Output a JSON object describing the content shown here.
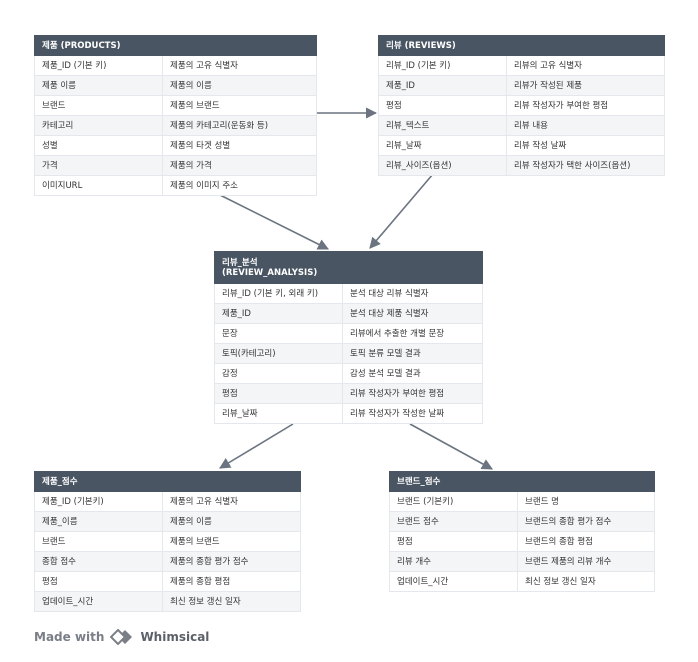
{
  "tables": {
    "products": {
      "title": "제품 (PRODUCTS)",
      "rows": [
        [
          "제품_ID (기본 키)",
          "제품의 고유 식별자"
        ],
        [
          "제품 이름",
          "제품의 이름"
        ],
        [
          "브랜드",
          "제품의 브랜드"
        ],
        [
          "카테고리",
          "제품의 카테고리(운동화 등)"
        ],
        [
          "성별",
          "제품의 타겟 성별"
        ],
        [
          "가격",
          "제품의 가격"
        ],
        [
          "이미지URL",
          "제품의 이미지 주소"
        ]
      ]
    },
    "reviews": {
      "title": "리뷰 (REVIEWS)",
      "rows": [
        [
          "리뷰_ID (기본 키)",
          "리뷰의 고유 식별자"
        ],
        [
          "제품_ID",
          "리뷰가 작성된 제품"
        ],
        [
          "평점",
          "리뷰 작성자가 부여한 평점"
        ],
        [
          "리뷰_텍스트",
          "리뷰 내용"
        ],
        [
          "리뷰_날짜",
          "리뷰 작성 날짜"
        ],
        [
          "리뷰_사이즈(옵션)",
          "리뷰 작성자가 택한 사이즈(옵션)"
        ]
      ]
    },
    "review_analysis": {
      "title_line1": "리뷰_분석",
      "title_line2": "(REVIEW_ANALYSIS)",
      "rows": [
        [
          "리뷰_ID (기본 키, 외래 키)",
          "분석 대상 리뷰 식별자"
        ],
        [
          "제품_ID",
          "분석 대상 제품 식별자"
        ],
        [
          "문장",
          "리뷰에서 추출한 개별 문장"
        ],
        [
          "토픽(카테고리)",
          "토픽 분류 모델 결과"
        ],
        [
          "감정",
          "감성 분석 모델 결과"
        ],
        [
          "평점",
          "리뷰 작성자가 부여한 평점"
        ],
        [
          "리뷰_날짜",
          "리뷰 작성자가 작성한 날짜"
        ]
      ]
    },
    "product_score": {
      "title": "제품_점수",
      "rows": [
        [
          "제품_ID (기본키)",
          "제품의 고유 식별자"
        ],
        [
          "제품_이름",
          "제품의 이름"
        ],
        [
          "브랜드",
          "제품의 브랜드"
        ],
        [
          "종합 점수",
          "제품의 종합 평가 점수"
        ],
        [
          "평점",
          "제품의 종합 평점"
        ],
        [
          "업데이트_시간",
          "최신 정보 갱신 일자"
        ]
      ]
    },
    "brand_score": {
      "title": "브랜드_점수",
      "rows": [
        [
          "브랜드 (기본키)",
          "브랜드 명"
        ],
        [
          "브랜드 점수",
          "브랜드의 종합 평가 점수"
        ],
        [
          "평점",
          "브랜드의 종합 평점"
        ],
        [
          "리뷰 개수",
          "브랜드 제품의 리뷰 개수"
        ],
        [
          "업데이트_시간",
          "최신 정보 갱신 일자"
        ]
      ]
    }
  },
  "footer": {
    "made_with": "Made with",
    "brand": "Whimsical"
  },
  "colors": {
    "header_bg": "#4a5563",
    "arrow": "#6b7480"
  }
}
